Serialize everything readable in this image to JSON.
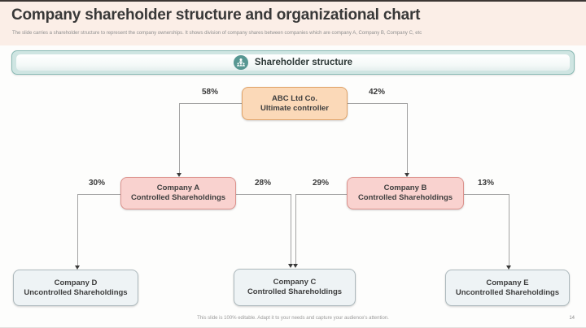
{
  "slide": {
    "title": "Company shareholder structure and organizational chart",
    "subtitle": "The slide carries a shareholder structure to represent the company ownerships. It shows division of company shares between companies which are company A, Company B, Company C, etc",
    "footer_note": "This slide is 100% editable. Adapt it to your needs and capture your audience's attention.",
    "page_number": "14"
  },
  "banner": {
    "label": "Shareholder structure",
    "icon": "people-group-icon"
  },
  "org_chart": {
    "nodes": {
      "root": {
        "line1": "ABC Ltd Co.",
        "line2": "Ultimate controller"
      },
      "company_a": {
        "line1": "Company A",
        "line2": "Controlled Shareholdings"
      },
      "company_b": {
        "line1": "Company B",
        "line2": "Controlled Shareholdings"
      },
      "company_d": {
        "line1": "Company D",
        "line2": "Uncontrolled Shareholdings"
      },
      "company_c": {
        "line1": "Company C",
        "line2": "Controlled Shareholdings"
      },
      "company_e": {
        "line1": "Company E",
        "line2": "Uncontrolled Shareholdings"
      }
    },
    "percentages": {
      "root_to_company_a": "58%",
      "root_to_company_b": "42%",
      "company_a_to_company_d": "30%",
      "company_a_to_company_c": "28%",
      "company_b_to_company_c": "29%",
      "company_b_to_company_e": "13%"
    }
  },
  "colors": {
    "top_band": "#fbeee7",
    "banner_fill": "#cfe5e2",
    "banner_border": "#89bab4",
    "icon_circle": "#579792",
    "root_node_fill": "#fbd9b8",
    "root_node_border": "#dfa267",
    "controlled_node_fill": "#f9d2cf",
    "controlled_node_border": "#dc928d",
    "uncontrolled_node_fill": "#eef3f5",
    "uncontrolled_node_border": "#adb9bd",
    "connector": "#a3a3a3"
  }
}
